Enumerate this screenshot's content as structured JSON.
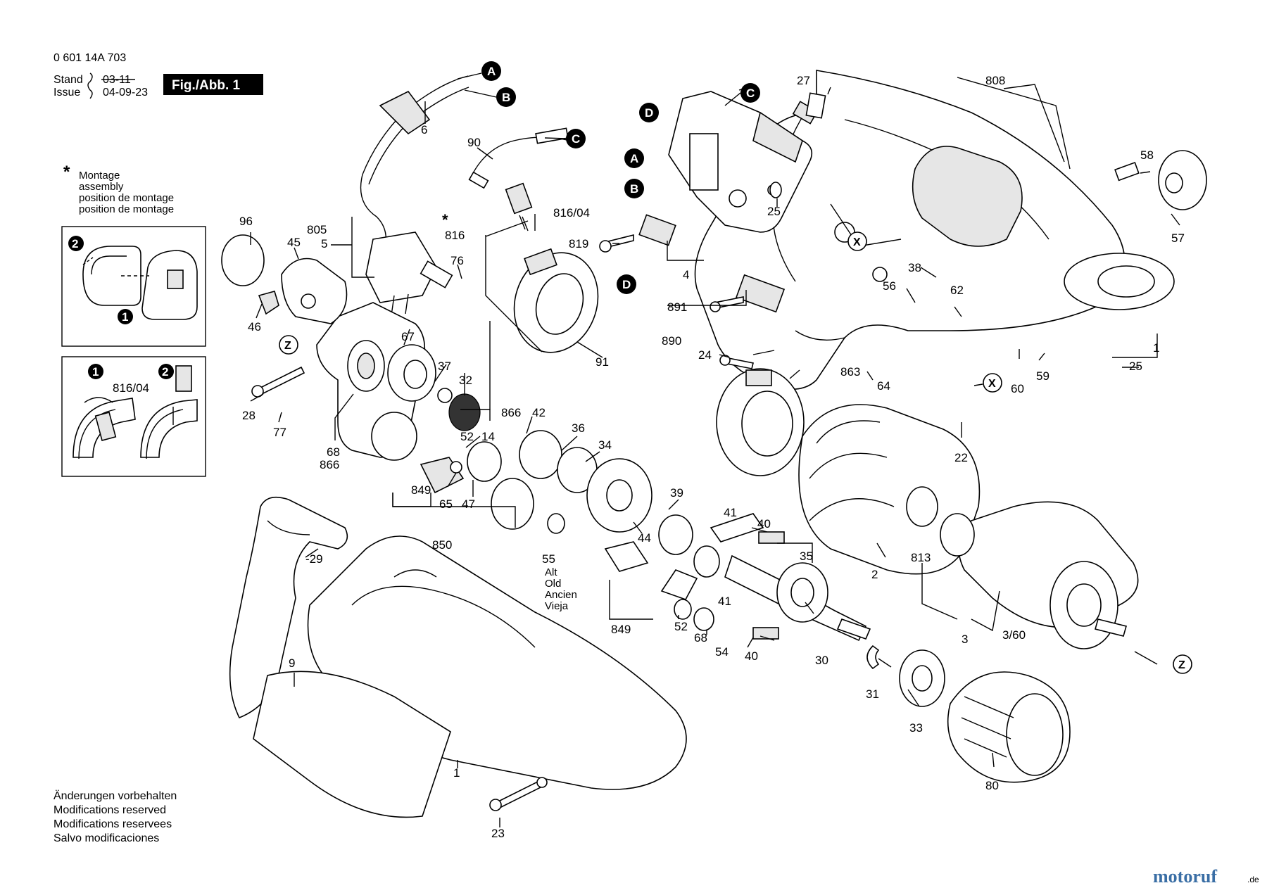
{
  "header": {
    "doc_number": "0 601 14A 703",
    "stand_label": "Stand",
    "stand_value": "03-11",
    "issue_label": "Issue",
    "issue_value": "04-09-23",
    "figure_label": "Fig./Abb. 1"
  },
  "legend": {
    "star": "*",
    "lines": [
      "Montage",
      "assembly",
      "position de montage",
      "position de montage"
    ]
  },
  "inset_labels": {
    "one": "1",
    "two": "2",
    "part": "816/04"
  },
  "connector_labels": {
    "A": "A",
    "B": "B",
    "C": "C",
    "D": "D",
    "X": "X",
    "Z": "Z"
  },
  "part_numbers": {
    "p6": "6",
    "p90": "90",
    "p805": "805",
    "p5": "5",
    "p96": "96",
    "p45": "45",
    "p46": "46",
    "p76": "76",
    "p816_04": "816/04",
    "p816": "816",
    "p819": "819",
    "p4": "4",
    "p891": "891",
    "p890": "890",
    "p91": "91",
    "p24": "24",
    "p27": "27",
    "p808": "808",
    "p25a": "25",
    "p58": "58",
    "p57": "57",
    "p38": "38",
    "p56": "56",
    "p62": "62",
    "p1": "1",
    "p25b": "25",
    "p863": "863",
    "p64": "64",
    "p60": "60",
    "p59": "59",
    "p22": "22",
    "p28": "28",
    "p77": "77",
    "p68": "68",
    "p866a": "866",
    "p67": "67",
    "p37": "37",
    "p32": "32",
    "p866b": "866",
    "p42": "42",
    "p14": "14",
    "p52a": "52",
    "p849a": "849",
    "p65": "65",
    "p47": "47",
    "p850": "850",
    "p36": "36",
    "p34": "34",
    "p39": "39",
    "p44": "44",
    "p55": "55",
    "p41a": "41",
    "p40a": "40",
    "p35": "35",
    "p41b": "41",
    "p849b": "849",
    "p52b": "52",
    "p68b": "68",
    "p54": "54",
    "p40b": "40",
    "p30": "30",
    "p31": "31",
    "p33": "33",
    "p80": "80",
    "p2": "2",
    "p813": "813",
    "p3": "3",
    "p3_60": "3/60",
    "p29": "-29",
    "p9": "9",
    "p1b": "1",
    "p23": "23"
  },
  "alt_note": [
    "Alt",
    "Old",
    "Ancien",
    "Vieja"
  ],
  "footer": {
    "lines": [
      "Änderungen vorbehalten",
      "Modifications reserved",
      "Modifications reservees",
      "Salvo modificaciones"
    ]
  },
  "watermark": {
    "text": "motoruf",
    "suffix": ".de"
  }
}
